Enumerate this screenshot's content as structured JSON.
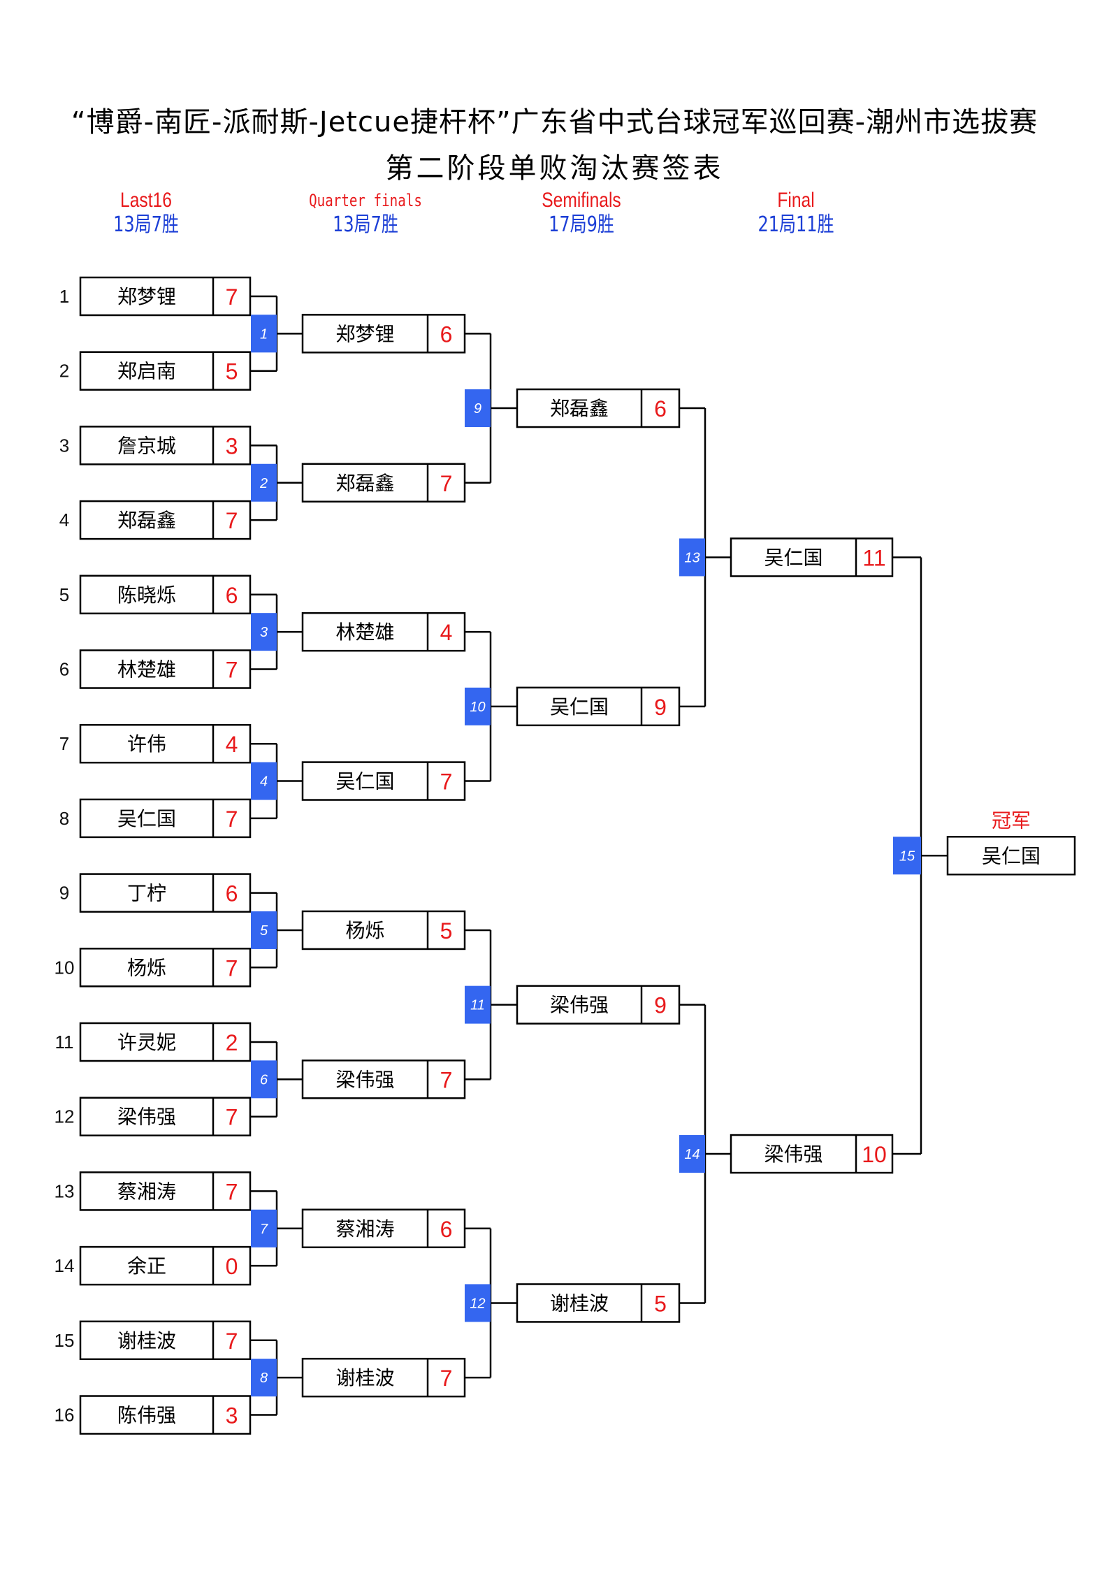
{
  "title": {
    "line1": "“博爵-南匠-派耐斯-Jetcue捷杆杯”广东省中式台球冠军巡回赛-潮州市选拔赛",
    "line2": "第二阶段单败淘汰赛签表"
  },
  "rounds": [
    {
      "name": "Last16",
      "rule": "13局7胜"
    },
    {
      "name": "Quarter finals",
      "rule": "13局7胜"
    },
    {
      "name": "Semifinals",
      "rule": "17局9胜"
    },
    {
      "name": "Final",
      "rule": "21局11胜"
    }
  ],
  "colors": {
    "accent_red": "#e8191b",
    "rule_blue": "#1c3fd6",
    "badge_blue": "#3466f0"
  },
  "last16": [
    {
      "seed": "1",
      "name": "郑梦锂",
      "score": "7"
    },
    {
      "seed": "2",
      "name": "郑启南",
      "score": "5"
    },
    {
      "seed": "3",
      "name": "詹京城",
      "score": "3"
    },
    {
      "seed": "4",
      "name": "郑磊鑫",
      "score": "7"
    },
    {
      "seed": "5",
      "name": "陈晓烁",
      "score": "6"
    },
    {
      "seed": "6",
      "name": "林楚雄",
      "score": "7"
    },
    {
      "seed": "7",
      "name": "许伟",
      "score": "4"
    },
    {
      "seed": "8",
      "name": "吴仁国",
      "score": "7"
    },
    {
      "seed": "9",
      "name": "丁柠",
      "score": "6"
    },
    {
      "seed": "10",
      "name": "杨烁",
      "score": "7"
    },
    {
      "seed": "11",
      "name": "许灵妮",
      "score": "2"
    },
    {
      "seed": "12",
      "name": "梁伟强",
      "score": "7"
    },
    {
      "seed": "13",
      "name": "蔡湘涛",
      "score": "7"
    },
    {
      "seed": "14",
      "name": "余正",
      "score": "0"
    },
    {
      "seed": "15",
      "name": "谢桂波",
      "score": "7"
    },
    {
      "seed": "16",
      "name": "陈伟强",
      "score": "3"
    }
  ],
  "quarterfinals": [
    {
      "name": "郑梦锂",
      "score": "6"
    },
    {
      "name": "郑磊鑫",
      "score": "7"
    },
    {
      "name": "林楚雄",
      "score": "4"
    },
    {
      "name": "吴仁国",
      "score": "7"
    },
    {
      "name": "杨烁",
      "score": "5"
    },
    {
      "name": "梁伟强",
      "score": "7"
    },
    {
      "name": "蔡湘涛",
      "score": "6"
    },
    {
      "name": "谢桂波",
      "score": "7"
    }
  ],
  "semifinals": [
    {
      "name": "郑磊鑫",
      "score": "6"
    },
    {
      "name": "吴仁国",
      "score": "9"
    },
    {
      "name": "梁伟强",
      "score": "9"
    },
    {
      "name": "谢桂波",
      "score": "5"
    }
  ],
  "final": [
    {
      "name": "吴仁国",
      "score": "11"
    },
    {
      "name": "梁伟强",
      "score": "10"
    }
  ],
  "match_numbers": {
    "last16": [
      "1",
      "2",
      "3",
      "4",
      "5",
      "6",
      "7",
      "8"
    ],
    "quarterfinals": [
      "9",
      "10",
      "11",
      "12"
    ],
    "semifinals": [
      "13",
      "14"
    ],
    "final": [
      "15"
    ]
  },
  "champion": {
    "label": "冠军",
    "name": "吴仁国"
  }
}
